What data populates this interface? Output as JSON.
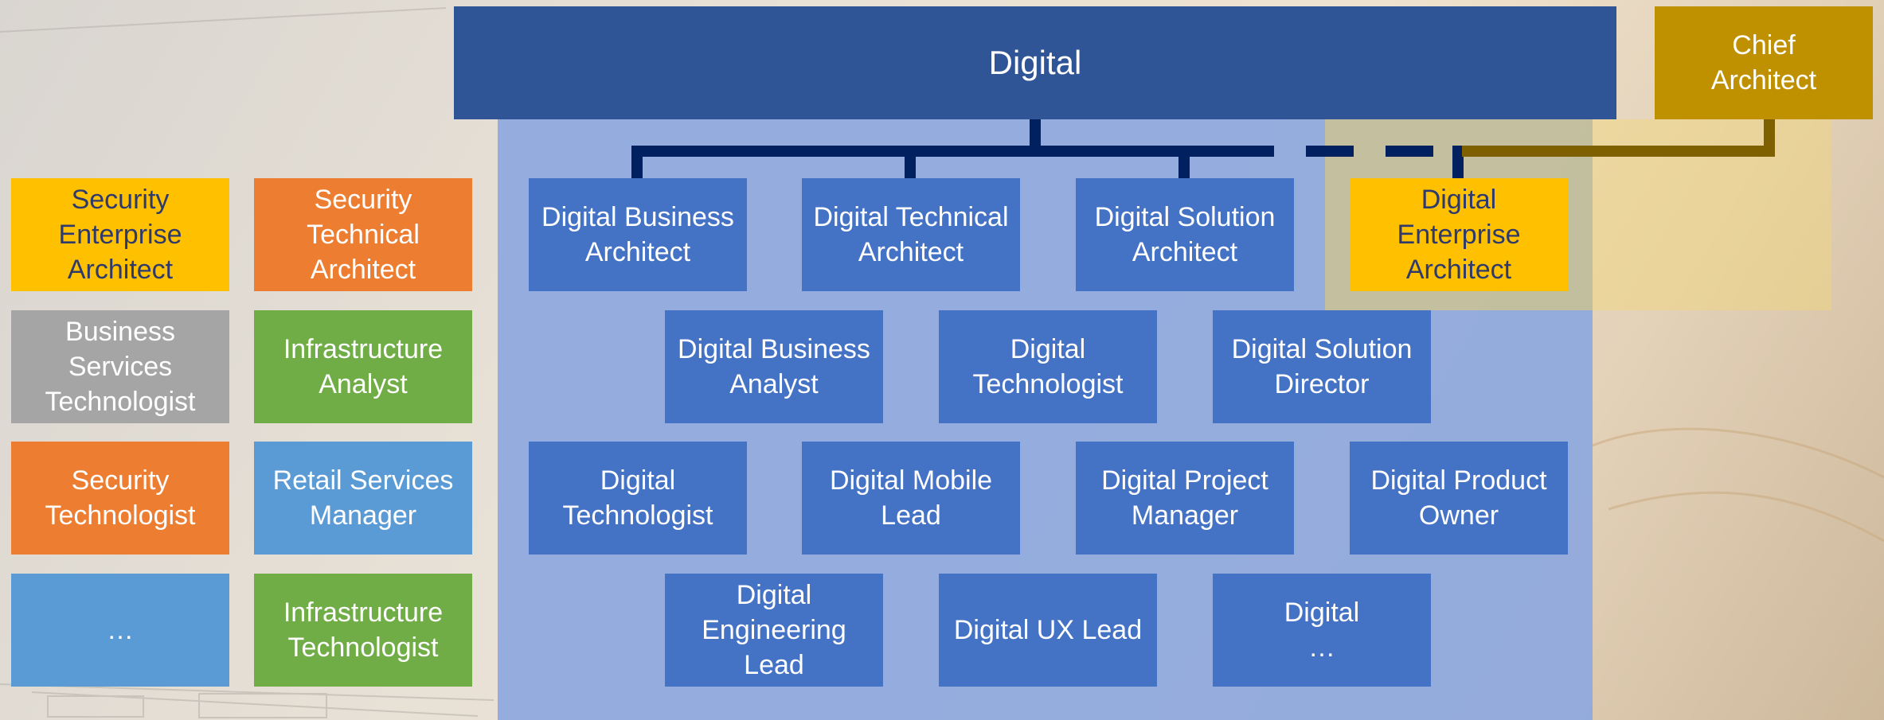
{
  "header": {
    "title": "Digital"
  },
  "chief": {
    "label": "Chief\nArchitect"
  },
  "digital_roles": {
    "row1": [
      "Digital Business\nArchitect",
      "Digital Technical\nArchitect",
      "Digital Solution\nArchitect",
      "Digital Enterprise\nArchitect"
    ],
    "row2": [
      "Digital Business\nAnalyst",
      "Digital\nTechnologist",
      "Digital Solution\nDirector"
    ],
    "row3": [
      "Digital\nTechnologist",
      "Digital Mobile\nLead",
      "Digital Project\nManager",
      "Digital Product\nOwner"
    ],
    "row4": [
      "Digital\nEngineering Lead",
      "Digital UX Lead",
      "Digital\n…"
    ]
  },
  "other_roles": {
    "col1": [
      "Security\nEnterprise\nArchitect",
      "Business Services\nTechnologist",
      "Security\nTechnologist",
      "…"
    ],
    "col2": [
      "Security\nTechnical\nArchitect",
      "Infrastructure\nAnalyst",
      "Retail Services\nManager",
      "Infrastructure\nTechnologist"
    ]
  },
  "colors": {
    "header": "#2f5597",
    "chief": "#bf9000",
    "digital_box": "#4472c4",
    "enterprise": "#ffc000",
    "connector": "#002060",
    "connector_chief": "#7f6000",
    "orange": "#ed7d31",
    "gray": "#a5a5a5",
    "green": "#70ad47",
    "light_blue": "#5b9bd5"
  }
}
